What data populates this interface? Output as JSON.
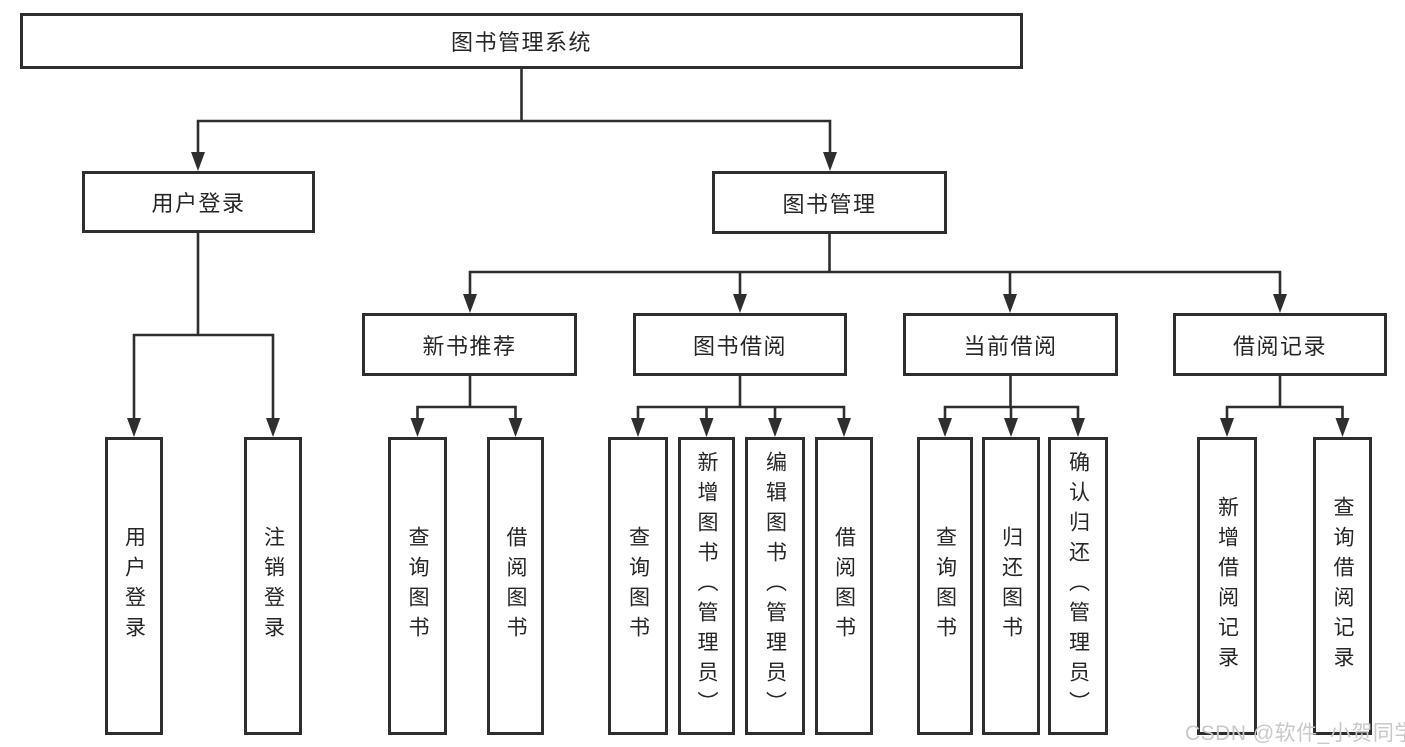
{
  "colors": {
    "line": "#2e2e2e",
    "text": "#262626",
    "watermark": "#c9c9c9",
    "background": "#ffffff"
  },
  "diagram": {
    "root": {
      "label": "图书管理系统"
    },
    "branches": [
      {
        "label": "用户登录",
        "children": [
          "用户登录",
          "注销登录"
        ]
      },
      {
        "label": "图书管理",
        "groups": [
          {
            "label": "新书推荐",
            "children": [
              "查询图书",
              "借阅图书"
            ]
          },
          {
            "label": "图书借阅",
            "children": [
              "查询图书",
              "新增图书（管理员）",
              "编辑图书（管理员）",
              "借阅图书"
            ]
          },
          {
            "label": "当前借阅",
            "children": [
              "查询图书",
              "归还图书",
              "确认归还（管理员）"
            ]
          },
          {
            "label": "借阅记录",
            "children": [
              "新增借阅记录",
              "查询借阅记录"
            ]
          }
        ]
      }
    ]
  },
  "watermark": "CSDN @软件_小贺同学"
}
